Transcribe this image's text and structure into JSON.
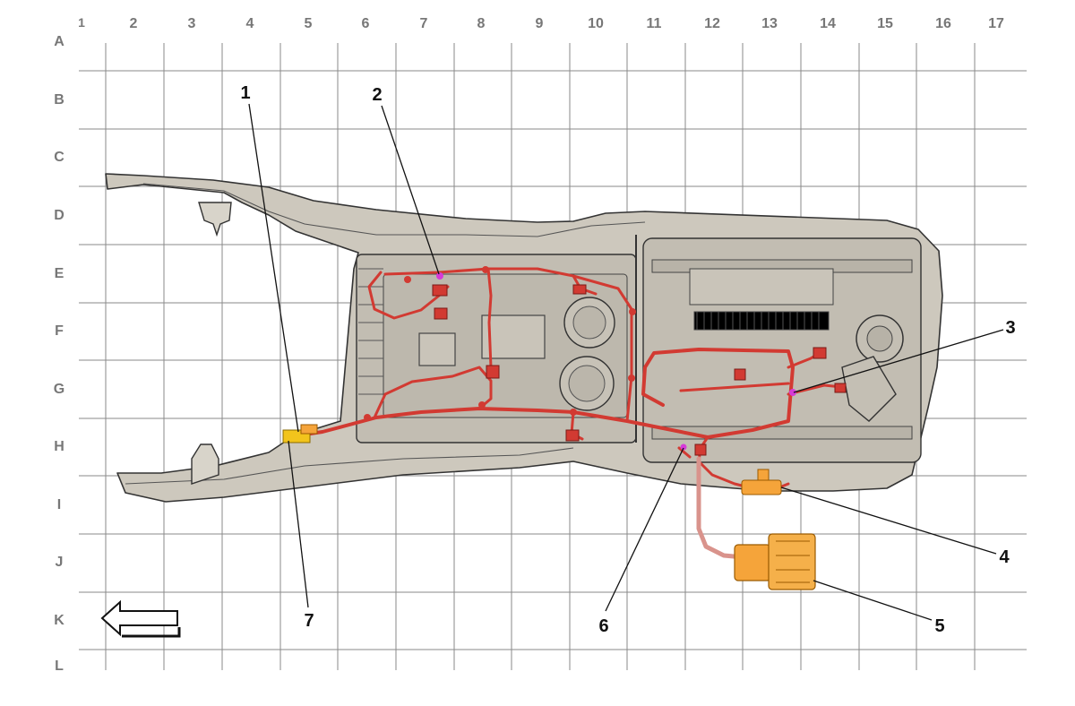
{
  "grid": {
    "columns": [
      "1",
      "2",
      "3",
      "4",
      "5",
      "6",
      "7",
      "8",
      "9",
      "10",
      "11",
      "12",
      "13",
      "14",
      "15",
      "16",
      "17"
    ],
    "rows": [
      "A",
      "B",
      "C",
      "D",
      "E",
      "F",
      "G",
      "H",
      "I",
      "J",
      "K",
      "L"
    ]
  },
  "callouts": [
    {
      "id": "1",
      "label": "1"
    },
    {
      "id": "2",
      "label": "2"
    },
    {
      "id": "3",
      "label": "3"
    },
    {
      "id": "4",
      "label": "4"
    },
    {
      "id": "5",
      "label": "5"
    },
    {
      "id": "6",
      "label": "6"
    },
    {
      "id": "7",
      "label": "7"
    }
  ],
  "direction_arrow": {
    "icon": "left-arrow-icon",
    "direction": "forward"
  },
  "colors": {
    "grid": "#8a8a8a",
    "grid_label": "#777777",
    "console_fill": "#cdc8bd",
    "console_outline": "#333333",
    "harness": "#d23a32",
    "connector_orange": "#f5a43a",
    "connector_yellow": "#f2c41c",
    "splice_magenta": "#d63ad8"
  }
}
